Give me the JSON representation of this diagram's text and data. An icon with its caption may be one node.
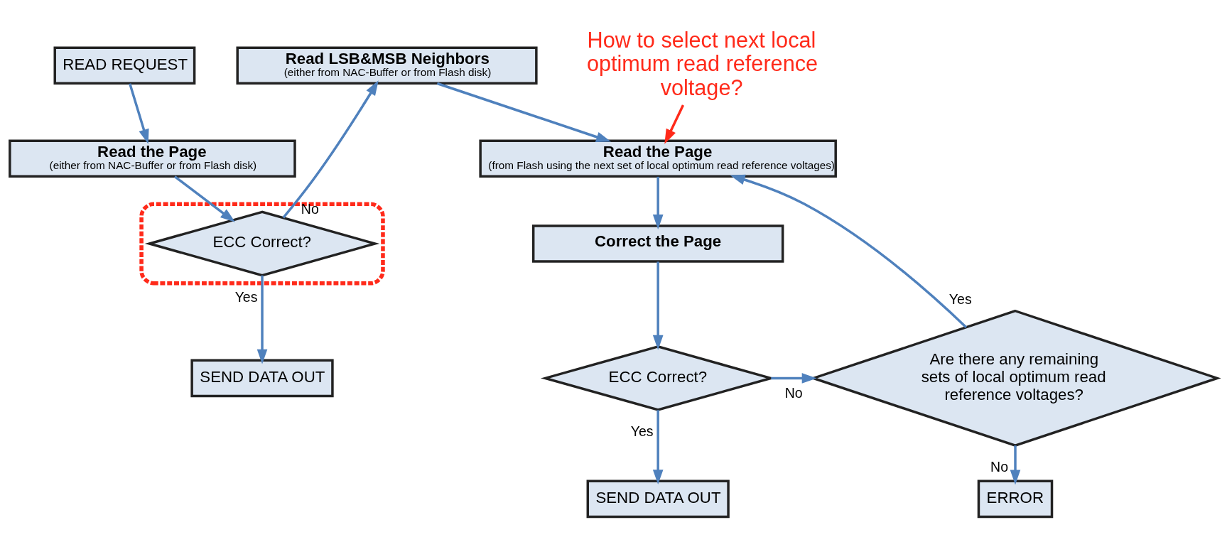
{
  "diagram": {
    "nodes": [
      {
        "text": [
          "READ REQUEST"
        ]
      },
      {
        "text": [
          "Read the Page",
          "(either from NAC-Buffer or from Flash disk)"
        ]
      },
      {
        "text": [],
        "shape": "ellipse"
      },
      {
        "text": [
          "ECC Correct?"
        ],
        "in": 2
      },
      {
        "text": [
          "SEND DATA OUT"
        ]
      },
      {
        "text": [
          "Read LSB&MSB Neighbors",
          "(either from NAC-Buffer or from Flash disk)"
        ]
      },
      {
        "text": [
          "Read the Page",
          "(from Flash using the next set of local optimum read reference voltages)"
        ]
      },
      {
        "text": [
          "Correct the Page"
        ]
      },
      {
        "text": [
          "ECC Correct?"
        ]
      },
      {
        "text": [
          "SEND DATA OUT"
        ]
      },
      {
        "text": [
          "Are there any remaining sets of local optimum read reference voltages?"
        ]
      },
      {
        "text": [
          "ERROR"
        ]
      },
      {
        "text": [
          "How to select next local optimum read reference voltage?"
        ]
      }
    ],
    "edges": [
      {
        "from": 0,
        "to": 1,
        "arrow": "to"
      },
      {
        "from": 1,
        "to": 3,
        "arrow": "to"
      },
      {
        "from": 3,
        "to": 5,
        "arrow": "to",
        "label": "No"
      },
      {
        "from": 3,
        "to": 4,
        "arrow": "to",
        "label": "Yes"
      },
      {
        "from": 5,
        "to": 6,
        "arrow": "to"
      },
      {
        "from": 6,
        "to": 7,
        "arrow": "to"
      },
      {
        "from": 7,
        "to": 8,
        "arrow": "to"
      },
      {
        "from": 8,
        "to": 9,
        "arrow": "to",
        "label": "Yes"
      },
      {
        "from": 8,
        "to": 10,
        "arrow": "to",
        "label": "No"
      },
      {
        "from": 10,
        "to": 6,
        "arrow": "to",
        "label": "Yes"
      },
      {
        "from": 10,
        "to": 11,
        "arrow": "to",
        "label": "No"
      },
      {
        "from": 12,
        "to": 6,
        "arrow": "to",
        "color": "#ff2a1a"
      }
    ]
  }
}
